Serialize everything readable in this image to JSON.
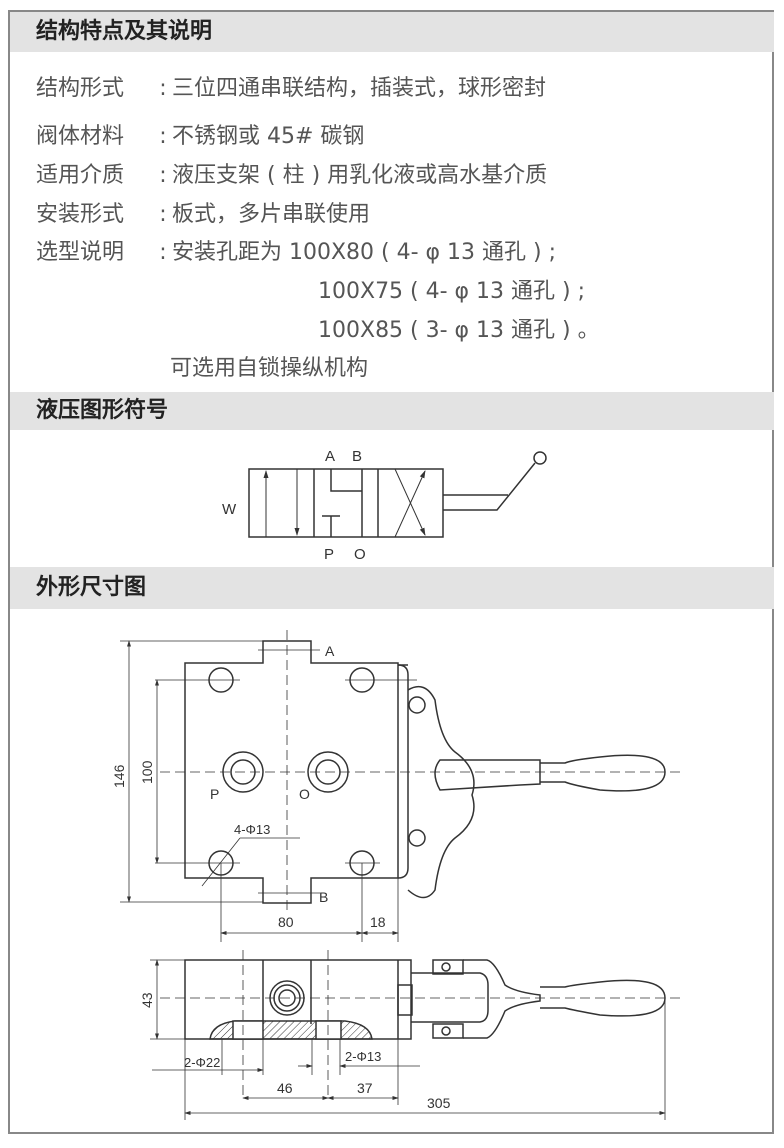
{
  "sections": {
    "features_title": "结构特点及其说明",
    "symbol_title": "液压图形符号",
    "dimensions_title": "外形尺寸图"
  },
  "specs": [
    {
      "label": "结构形式",
      "value": "三位四通串联结构，插装式，球形密封"
    },
    {
      "label": "阀体材料",
      "value": "不锈钢或 45# 碳钢"
    },
    {
      "label": "适用介质",
      "value": "液压支架 ( 柱 ) 用乳化液或高水基介质"
    },
    {
      "label": "安装形式",
      "value": "板式，多片串联使用"
    },
    {
      "label": "选型说明",
      "value": "安装孔距为 100X80 ( 4- φ 13 通孔 ) ;"
    }
  ],
  "colon": ":",
  "selection_extra": [
    "100X75 ( 4- φ 13 通孔 ) ;",
    "100X85 ( 3- φ 13 通孔 ) 。",
    "可选用自锁操纵机构"
  ],
  "symbol": {
    "a": "A",
    "b": "B",
    "p": "P",
    "o": "O",
    "w": "W"
  },
  "drawing": {
    "port_a": "A",
    "port_b": "B",
    "port_p": "P",
    "port_o": "O",
    "hole_note": "4-Φ13",
    "dim_146": "146",
    "dim_100": "100",
    "dim_80": "80",
    "dim_18": "18",
    "dim_43": "43",
    "note_22": "2-Φ22",
    "note_13": "2-Φ13",
    "dim_46": "46",
    "dim_37": "37",
    "dim_305": "305"
  }
}
